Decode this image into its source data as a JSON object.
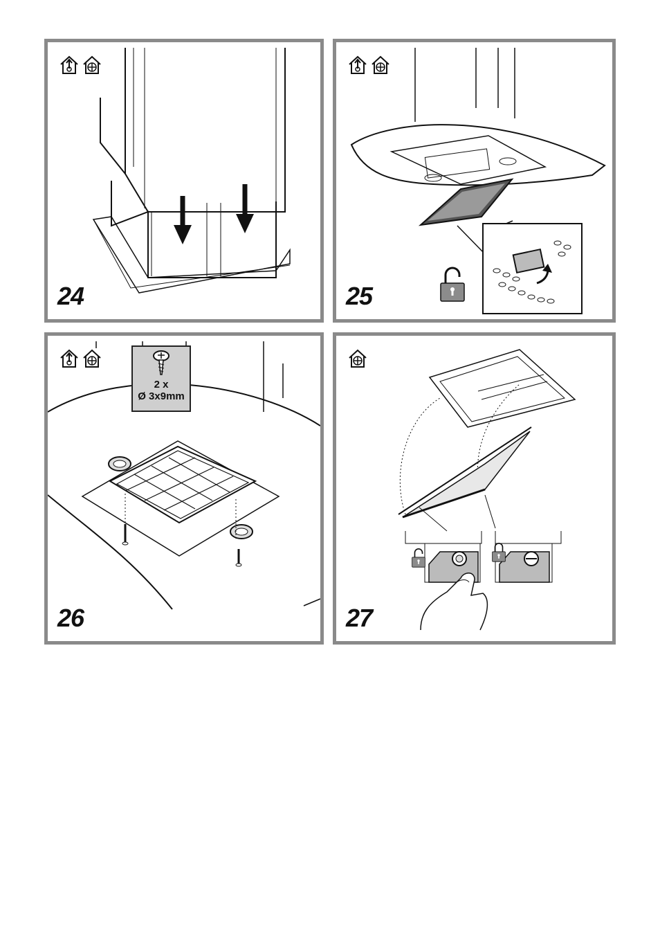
{
  "panels": [
    {
      "number": "24",
      "modes": [
        "exhaust-mode-icon",
        "recirculation-mode-icon"
      ]
    },
    {
      "number": "25",
      "modes": [
        "exhaust-mode-icon",
        "recirculation-mode-icon"
      ],
      "callout": "unlock-padlock-icon"
    },
    {
      "number": "26",
      "modes": [
        "exhaust-mode-icon",
        "recirculation-mode-icon"
      ],
      "screw_spec": {
        "quantity": "2 x",
        "size": "Ø 3x9mm",
        "icon": "screw-icon"
      }
    },
    {
      "number": "27",
      "modes": [
        "recirculation-mode-icon"
      ],
      "callouts": [
        "unlock-padlock-icon",
        "lock-padlock-icon"
      ]
    }
  ],
  "colors": {
    "frame": "#8a8a8a",
    "padlock": "#8c8c8c",
    "line": "#111111"
  }
}
